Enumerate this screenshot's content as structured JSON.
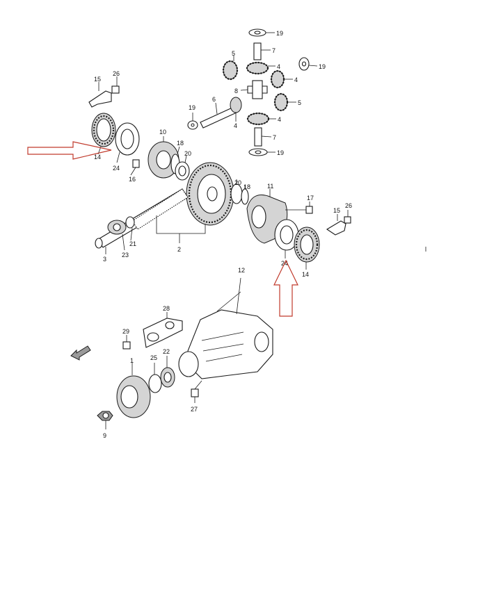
{
  "callouts": {
    "c19a": "19",
    "c7a": "7",
    "c19b": "19",
    "c5a": "5",
    "c4a": "4",
    "c4b": "4",
    "c8": "8",
    "c6": "6",
    "c19c": "19",
    "c4c": "4",
    "c5b": "5",
    "c4d": "4",
    "c7b": "7",
    "c19d": "19",
    "c15a": "15",
    "c26a": "26",
    "c14a": "14",
    "c24a": "24",
    "c16": "16",
    "c10": "10",
    "c18a": "18",
    "c20a": "20",
    "c20b": "20",
    "c18b": "18",
    "c11": "11",
    "c17": "17",
    "c15b": "15",
    "c26b": "26",
    "c24b": "24",
    "c14b": "14",
    "c3": "3",
    "c23": "23",
    "c21": "21",
    "c2": "2",
    "c12": "12",
    "c28": "28",
    "c29": "29",
    "c1": "1",
    "c25": "25",
    "c22": "22",
    "c27": "27",
    "c9": "9"
  },
  "colors": {
    "ink": "#1a1a1a",
    "highlight_arrow": "#c0392b"
  },
  "icons": {
    "front_indicator": "front-direction-arrow-icon"
  }
}
